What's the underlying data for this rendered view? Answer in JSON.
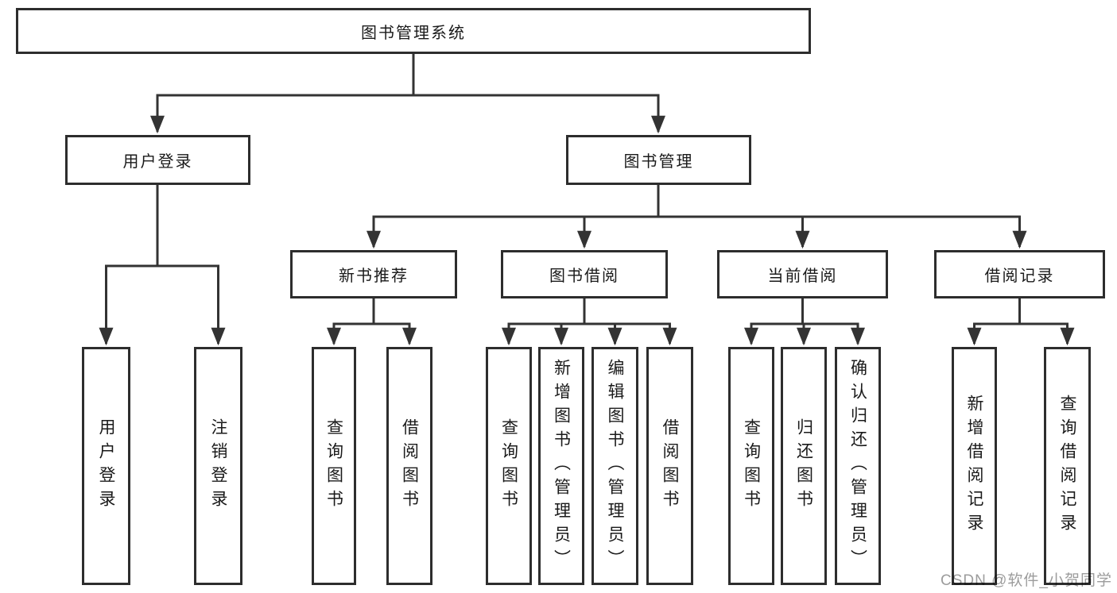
{
  "diagram": {
    "root": "图书管理系统",
    "branches": [
      {
        "label": "用户登录",
        "children": [
          "用户登录",
          "注销登录"
        ]
      },
      {
        "label": "图书管理",
        "groups": [
          {
            "label": "新书推荐",
            "children": [
              "查询图书",
              "借阅图书"
            ]
          },
          {
            "label": "图书借阅",
            "children": [
              "查询图书",
              "新增图书（管理员）",
              "编辑图书（管理员）",
              "借阅图书"
            ]
          },
          {
            "label": "当前借阅",
            "children": [
              "查询图书",
              "归还图书",
              "确认归还（管理员）"
            ]
          },
          {
            "label": "借阅记录",
            "children": [
              "新增借阅记录",
              "查询借阅记录"
            ]
          }
        ]
      }
    ]
  },
  "watermark": {
    "text": "CSDN @软件_小贺同学"
  },
  "colors": {
    "line": "#333333",
    "box_border": "#2d2d2d",
    "text": "#1a1a1a",
    "background": "#ffffff",
    "watermark": "#9c9c9c"
  }
}
